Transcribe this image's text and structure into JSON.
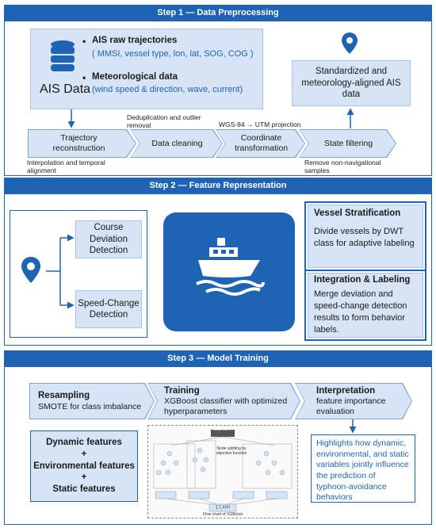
{
  "step1": {
    "title": "Step 1 — Data Preprocessing",
    "ais_label": "AIS Data",
    "bullet1_title": "AIS raw trajectories",
    "bullet1_detail": "( MMSI, vessel type, lon, lat, SOG, COG )",
    "bullet2_title": "Meteorological data",
    "bullet2_detail": "(wind speed & direction, wave, current)",
    "output": "Standardized and meteorology-aligned AIS data",
    "stages": [
      "Trajectory reconstruction",
      "Data cleaning",
      "Coordinate transformation",
      "State filtering"
    ],
    "notes": {
      "dedup": "Deduplication and outlier removal",
      "wgs": "WGS-84 → UTM projection",
      "interp": "Interpolation and temporal alignment",
      "remove": "Remove non-navigational samples"
    }
  },
  "step2": {
    "title": "Step 2 — Feature Representation",
    "course": "Course Deviation Detection",
    "speed": "Speed-Change Detection",
    "strat_title": "Vessel Stratification",
    "strat_text": "Divide vessels by DWT class for adaptive labeling",
    "integ_title": "Integration & Labeling",
    "integ_text": "Merge deviation and speed-change detection results to form behavior labels."
  },
  "step3": {
    "title": "Step 3 — Model Training",
    "resampling_title": "Resampling",
    "resampling_text": "SMOTE for class imbalance",
    "training_title": "Training",
    "training_text": "XGBoost classifier with optimized hyperparameters",
    "interp_title": "Interpretation",
    "interp_text": "feature importance evaluation",
    "features": [
      "Dynamic features",
      "+",
      "Environmental features",
      "+",
      "Static features"
    ],
    "highlight": "Highlights how dynamic, environmental, and static variables jointly influence the prediction of typhoon-avoidance behaviors",
    "flowchart": {
      "dataset": "Data set X",
      "split": "Node splitting by objective function",
      "caption": "Flow chart of XGBoost",
      "sum": "∑ f_k(X)"
    }
  },
  "colors": {
    "primary": "#1f63b5",
    "light": "#d6e4f5",
    "ship_bg": "#1f63b5"
  }
}
